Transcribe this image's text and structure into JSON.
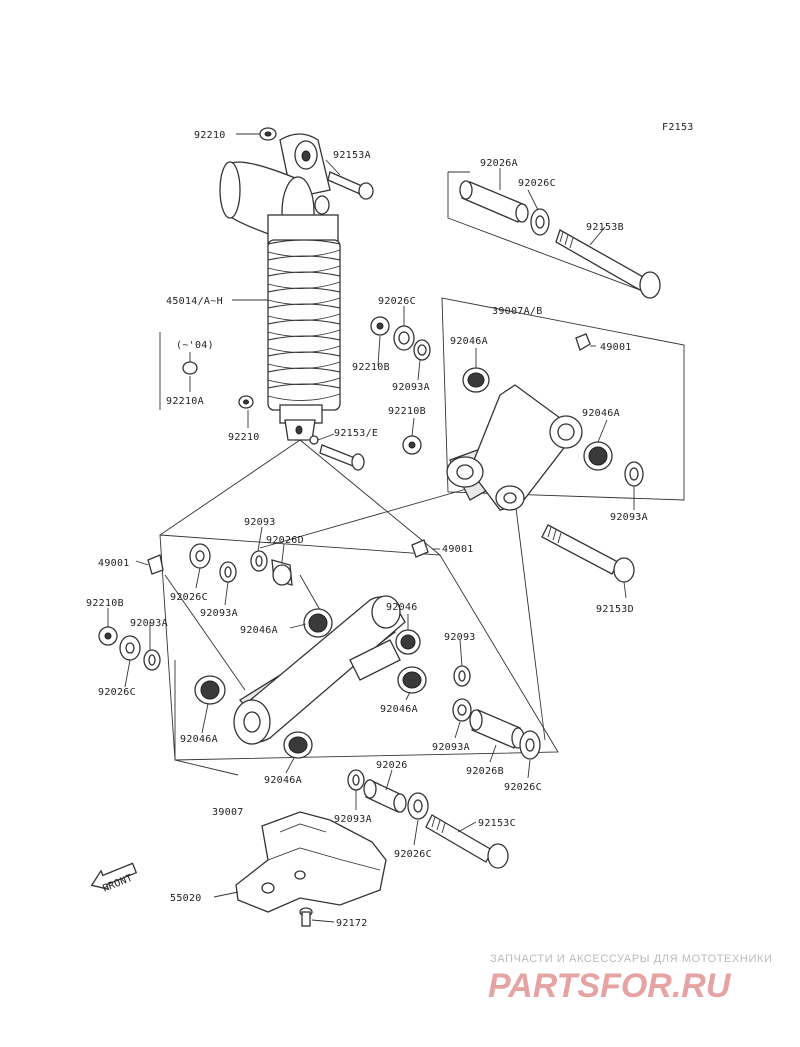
{
  "figure_code": "F2153",
  "front_label": "FRONT",
  "watermark": {
    "tagline": "ЗАПЧАСТИ И АКСЕССУАРЫ ДЛЯ МОТОТЕХНИКИ",
    "brand": "PARTSFOR.RU"
  },
  "callouts": {
    "c92210_top": "92210",
    "c92153A": "92153A",
    "c92026A": "92026A",
    "c92026C_top": "92026C",
    "c92153B": "92153B",
    "c45014": "45014/A~H",
    "c04": "(~'04)",
    "c92210A": "92210A",
    "c92210_low": "92210",
    "c92026C_mid": "92026C",
    "c92210B_mid": "92210B",
    "c92093A_mid": "92093A",
    "c39007AB": "39007A/B",
    "c49001_r": "49001",
    "c92046A_r1": "92046A",
    "c92210B_r": "92210B",
    "c92046A_r2": "92046A",
    "c92153E": "92153/E",
    "c92093A_r": "92093A",
    "c92093_a": "92093",
    "c92026D": "92026D",
    "c49001_l": "49001",
    "c49001_c": "49001",
    "c92026C_l": "92026C",
    "c92093A_l": "92093A",
    "c92153D": "92153D",
    "c92210B_l": "92210B",
    "c92093A_l2": "92093A",
    "c92046A_c": "92046A",
    "c92046": "92046",
    "c92093_b": "92093",
    "c92026C_l2": "92026C",
    "c92046A_l": "92046A",
    "c92046A_c2": "92046A",
    "c92093A_c": "92093A",
    "c92026B": "92026B",
    "c92026C_b": "92026C",
    "c92046A_b": "92046A",
    "c92026": "92026",
    "c39007": "39007",
    "c92093A_b": "92093A",
    "c92153C": "92153C",
    "c92026C_b2": "92026C",
    "c55020": "55020",
    "c92172": "92172"
  }
}
